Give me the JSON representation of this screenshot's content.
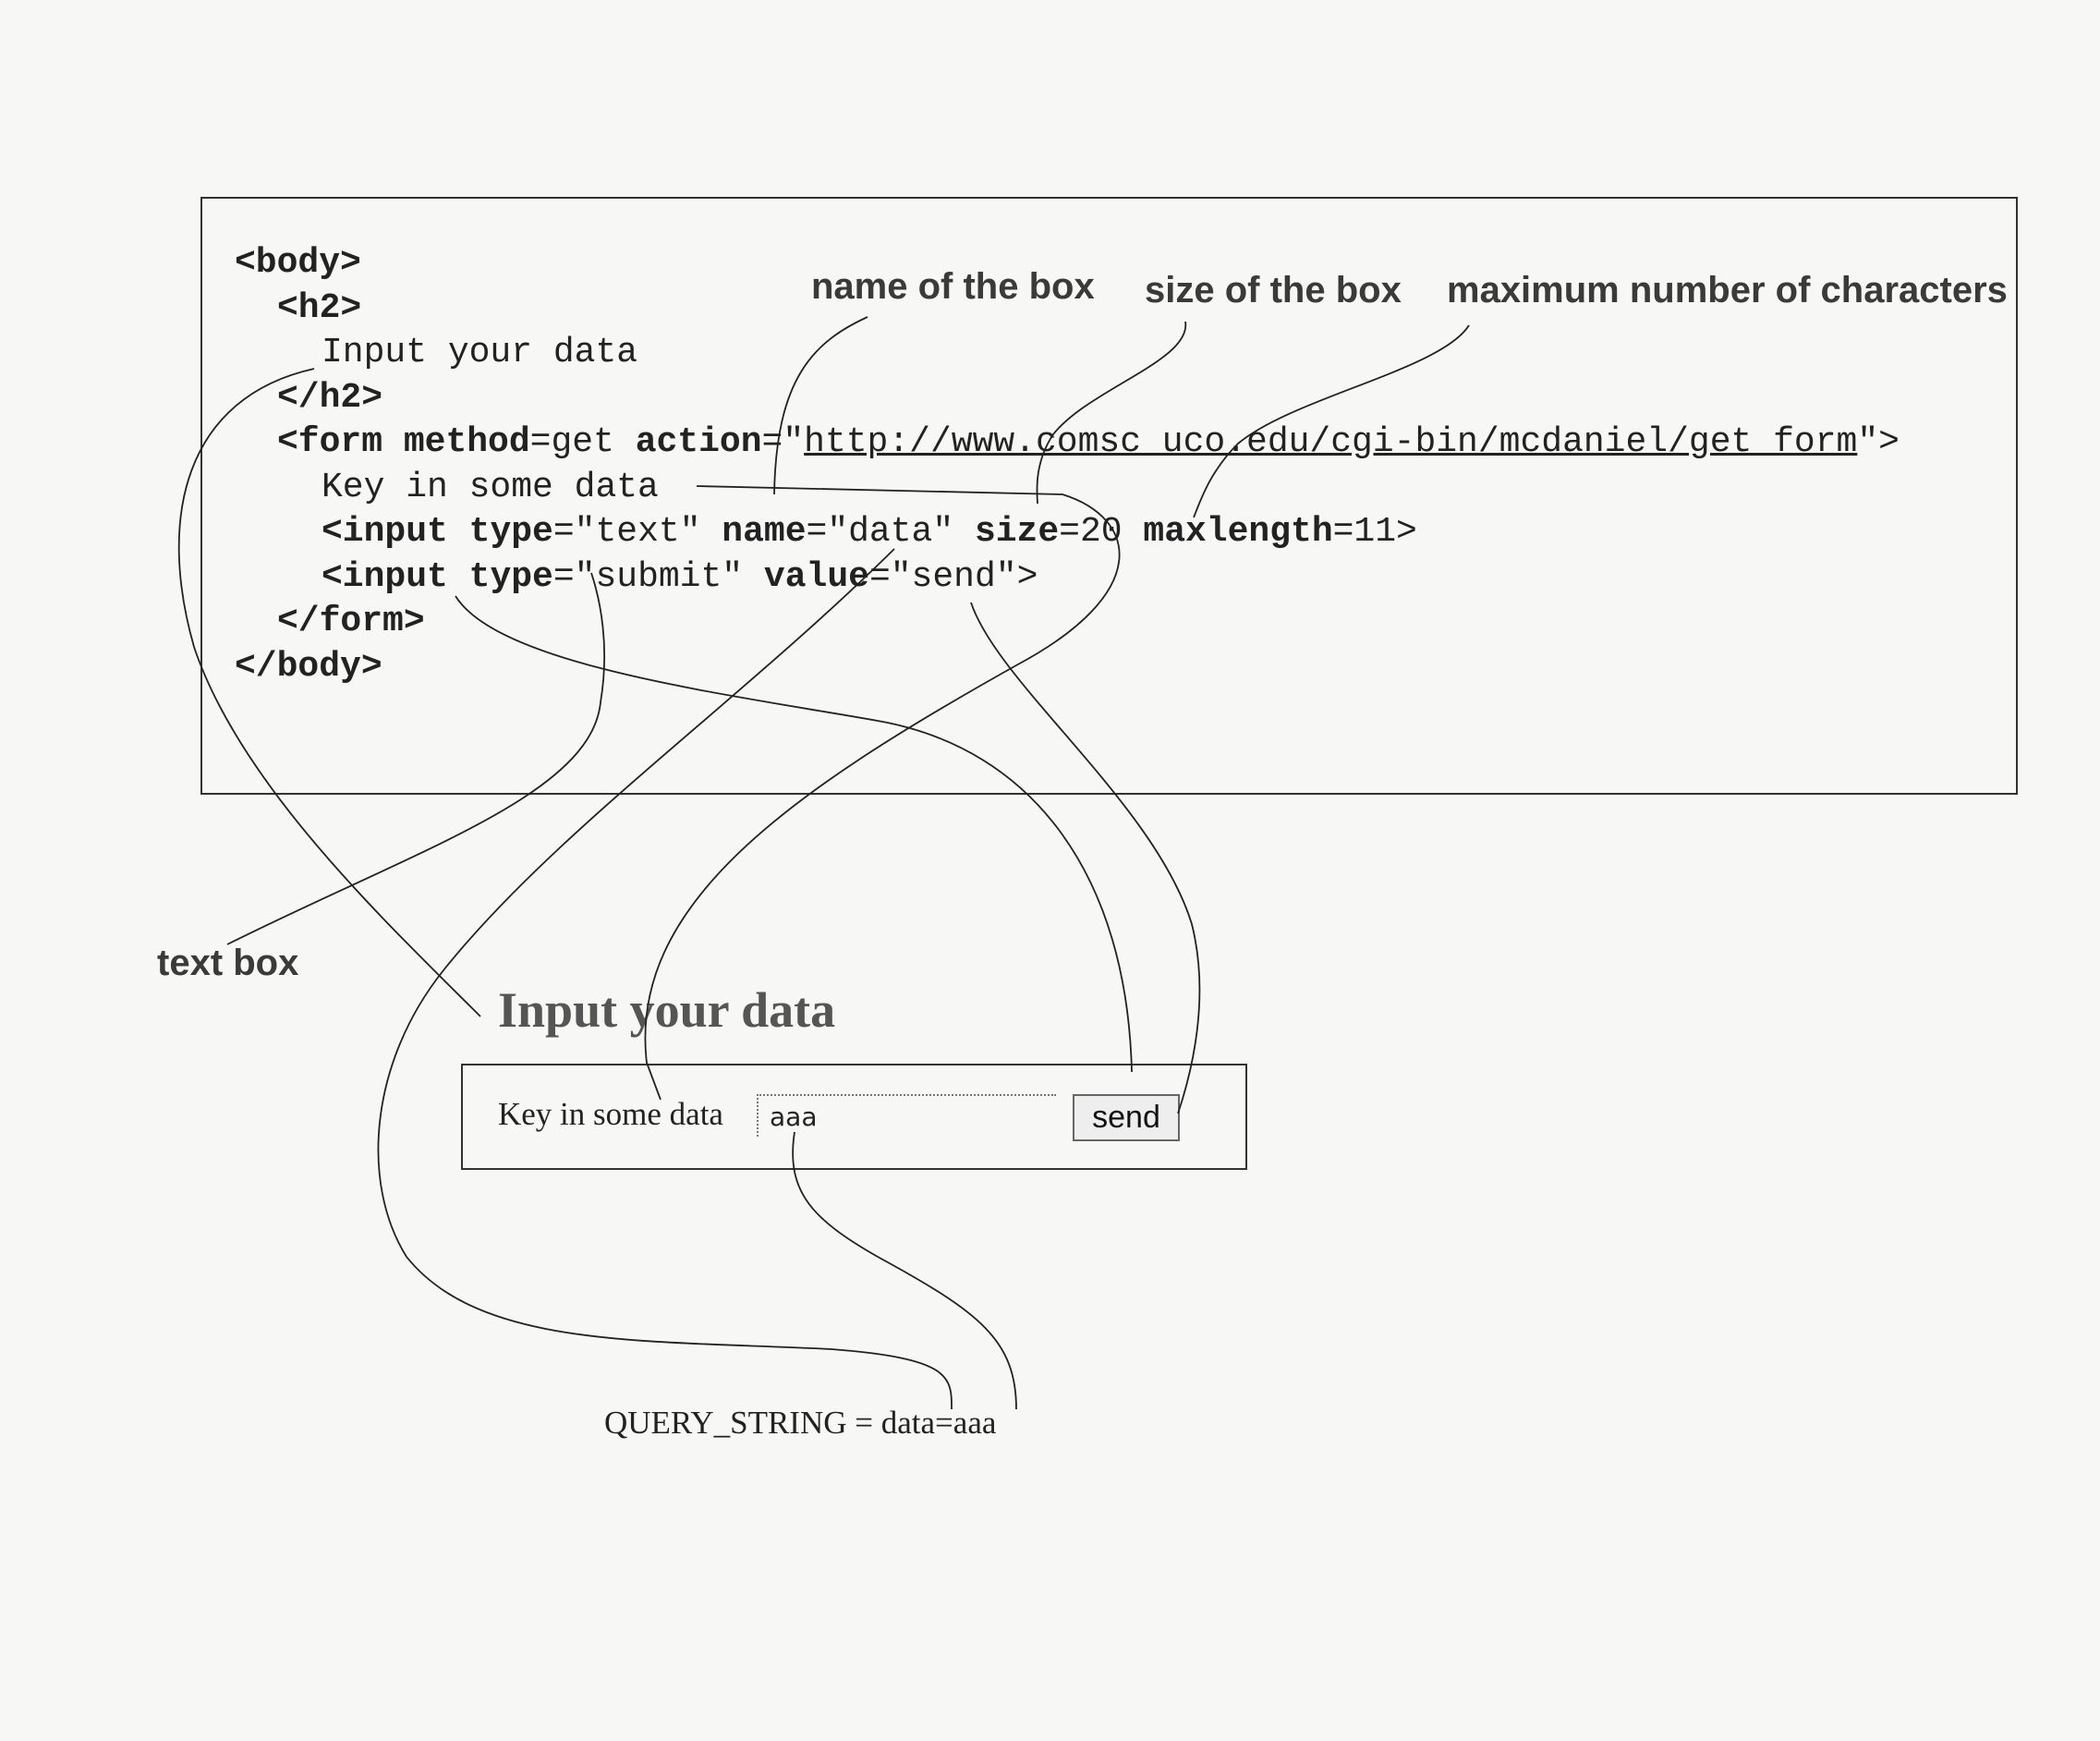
{
  "code": {
    "line1": "<body>",
    "line2": "<h2>",
    "line3": "Input your data",
    "line4": "</h2>",
    "line5_tag": "<form",
    "line5_attr1": "method",
    "line5_val1": "=get ",
    "line5_attr2": "action",
    "line5_eq": "=\"",
    "line5_url": "http://www.comsc uco.edu/cgi-bin/mcdaniel/get_form",
    "line5_end": "\">",
    "line6": "Key in some data",
    "line7_tag": "<input",
    "line7_a1": "type",
    "line7_v1": "=\"text\" ",
    "line7_a2": "name",
    "line7_v2": "=\"data\" ",
    "line7_a3": "size",
    "line7_v3": "=20 ",
    "line7_a4": "maxlength",
    "line7_v4": "=11>",
    "line8_tag": "<input",
    "line8_a1": "type",
    "line8_v1": "=\"submit\" ",
    "line8_a2": "value",
    "line8_v2": "=\"send\">",
    "line9": "</form>",
    "line10": "</body>"
  },
  "annotations": {
    "name_of_box": "name of the box",
    "size_of_box": "size of the box",
    "max_chars": "maximum number of characters",
    "text_box": "text box"
  },
  "rendered": {
    "heading": "Input your data",
    "label": "Key in some data",
    "input_value": "aaa",
    "button": "send"
  },
  "query_string": "QUERY_STRING = data=aaa"
}
